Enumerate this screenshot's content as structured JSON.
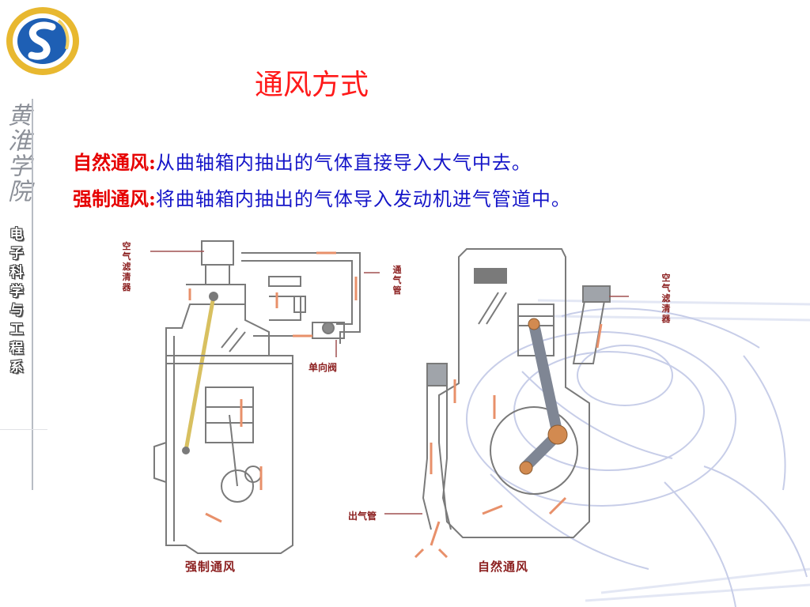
{
  "brand": {
    "script_text": "黄淮学院",
    "department_chars": [
      "电",
      "子",
      "科",
      "学",
      "与",
      "工",
      "程",
      "系"
    ],
    "colors": {
      "logo_outer": "#e8b830",
      "logo_inner": "#1e5fb4"
    }
  },
  "slide": {
    "title": "通风方式",
    "lines": [
      {
        "term": "自然通风:",
        "desc": "从曲轴箱内抽出的气体直接导入大气中去。"
      },
      {
        "term": "强制通风:",
        "desc": "将曲轴箱内抽出的气体导入发动机进气管道中。"
      }
    ]
  },
  "diagram_left": {
    "caption": "强制通风",
    "label_air_filter": [
      "空",
      "气",
      "滤",
      "清",
      "器"
    ],
    "label_vent_pipe": [
      "通",
      "气",
      "管"
    ],
    "label_check_valve": "单向阀"
  },
  "diagram_right": {
    "caption": "自然通风",
    "label_air_filter": [
      "空",
      "气",
      "滤",
      "清",
      "器"
    ],
    "label_outlet": "出气管"
  },
  "colors": {
    "title": "#ff1a1a",
    "term": "#e60000",
    "desc": "#1515c8",
    "arrow": "#e8906a"
  }
}
